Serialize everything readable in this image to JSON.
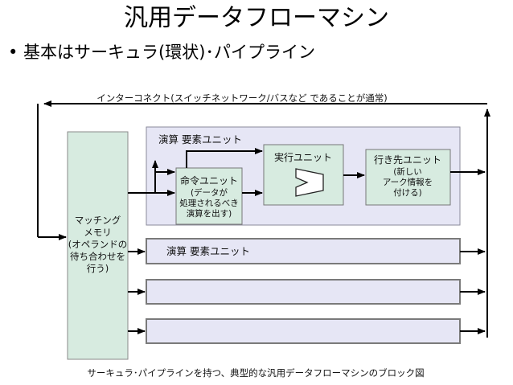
{
  "slide": {
    "title": "汎用データフローマシン",
    "bullet": "• 基本はサーキュラ(環状)･パイプライン"
  },
  "diagram": {
    "interconnect_label": "インターコネクト(スイッチネットワーク/バスなど であることが通常)",
    "matching_memory": [
      "マッチング",
      "メモリ",
      "(オペランドの",
      "待ち合わせを",
      "行う)"
    ],
    "pe_label_1": "演算 要素ユニット",
    "pe_label_2": "演算 要素ユニット",
    "instruction_unit": [
      "命令ユニット",
      "(データが",
      "処理されるべき",
      "演算を出す)"
    ],
    "execution_unit": "実行ユニット",
    "destination_unit": [
      "行き先ユニット",
      "(新しい",
      "アーク情報を",
      "付ける)"
    ],
    "caption": "サーキュラ･パイプラインを持つ、典型的な汎用データフローマシンのブロック図",
    "colors": {
      "pe_fill": "#e6e6f5",
      "unit_fill": "#d7ebe0",
      "border": "#7a7a7a"
    }
  }
}
